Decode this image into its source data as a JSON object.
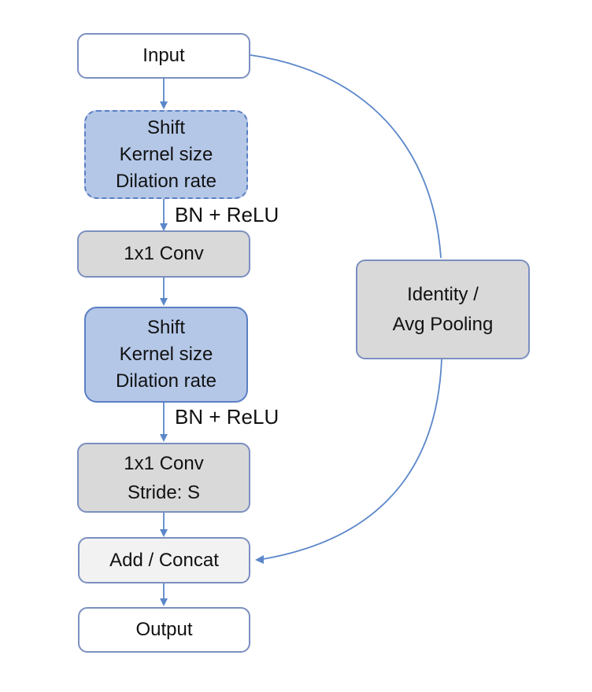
{
  "diagram": {
    "nodes": {
      "input": {
        "label": "Input"
      },
      "shift_dashed": {
        "line1": "Shift",
        "line2": "Kernel size",
        "line3": "Dilation rate"
      },
      "bn_relu_1": {
        "label": "BN + ReLU"
      },
      "conv_1x1": {
        "label": "1x1 Conv"
      },
      "shift_solid": {
        "line1": "Shift",
        "line2": "Kernel size",
        "line3": "Dilation rate"
      },
      "bn_relu_2": {
        "label": "BN + ReLU"
      },
      "conv_1x1_stride": {
        "line1": "1x1 Conv",
        "line2": "Stride: S"
      },
      "add_concat": {
        "label": "Add / Concat"
      },
      "output": {
        "label": "Output"
      },
      "identity": {
        "line1": "Identity /",
        "line2": "Avg Pooling"
      }
    },
    "colors": {
      "box-border": "#7b8fc0",
      "dashed-border": "#5b7fc4",
      "arrow": "#5b87c9",
      "fill-blue": "#b4c7e7",
      "fill-gray": "#d9d9d9",
      "fill-lightgray": "#f2f2f2",
      "fill-white": "#ffffff",
      "text": "#111111"
    }
  }
}
